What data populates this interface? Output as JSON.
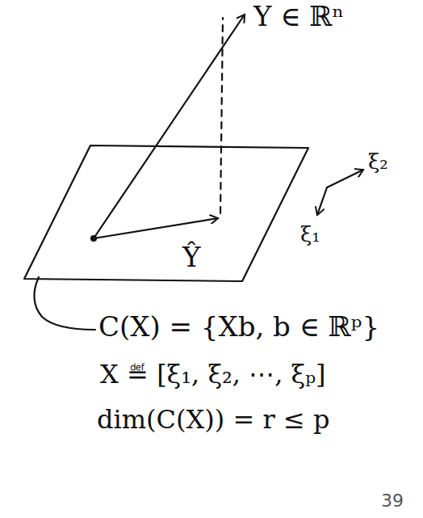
{
  "diagram": {
    "labels": [
      "Y ∈ ℝⁿ",
      "Ŷ",
      "ξ₁",
      "ξ₂",
      "C(X) = {Xb, b ∈ ℝᵖ}",
      "X ≝ [ξ₁, ξ₂, ⋯, ξₚ]",
      "dim(C(X)) = r ≤ p",
      "39"
    ]
  }
}
